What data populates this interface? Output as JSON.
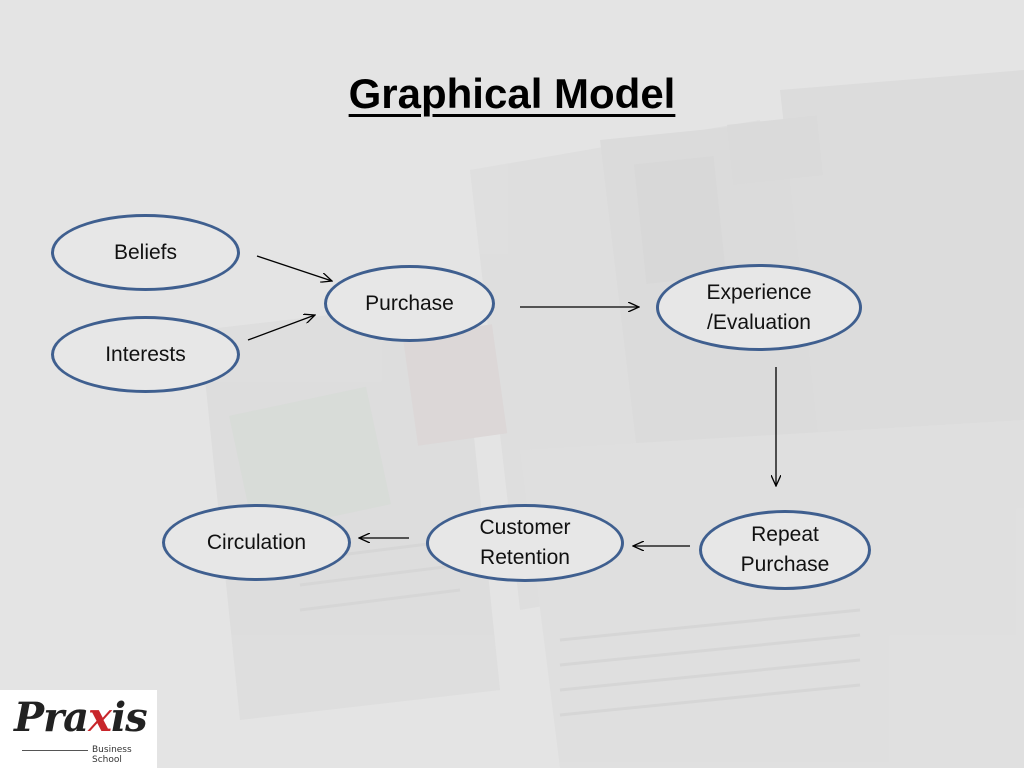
{
  "title": "Graphical Model",
  "nodes": {
    "beliefs": "Beliefs",
    "interests": "Interests",
    "purchase": "Purchase",
    "experience": "Experience\n/Evaluation",
    "repeat_purchase": "Repeat\nPurchase",
    "customer_retention": "Customer\nRetention",
    "circulation": "Circulation"
  },
  "edges": [
    {
      "from": "Beliefs",
      "to": "Purchase"
    },
    {
      "from": "Interests",
      "to": "Purchase"
    },
    {
      "from": "Purchase",
      "to": "Experience /Evaluation"
    },
    {
      "from": "Experience /Evaluation",
      "to": "Repeat Purchase"
    },
    {
      "from": "Repeat Purchase",
      "to": "Customer Retention"
    },
    {
      "from": "Customer Retention",
      "to": "Circulation"
    }
  ],
  "logo": {
    "brand_pre": "Pra",
    "brand_x": "x",
    "brand_post": "is",
    "subtitle": "Business School"
  },
  "colors": {
    "node_border": "#3f5f8f",
    "background": "#e6e6e6",
    "logo_accent": "#c8262b"
  }
}
